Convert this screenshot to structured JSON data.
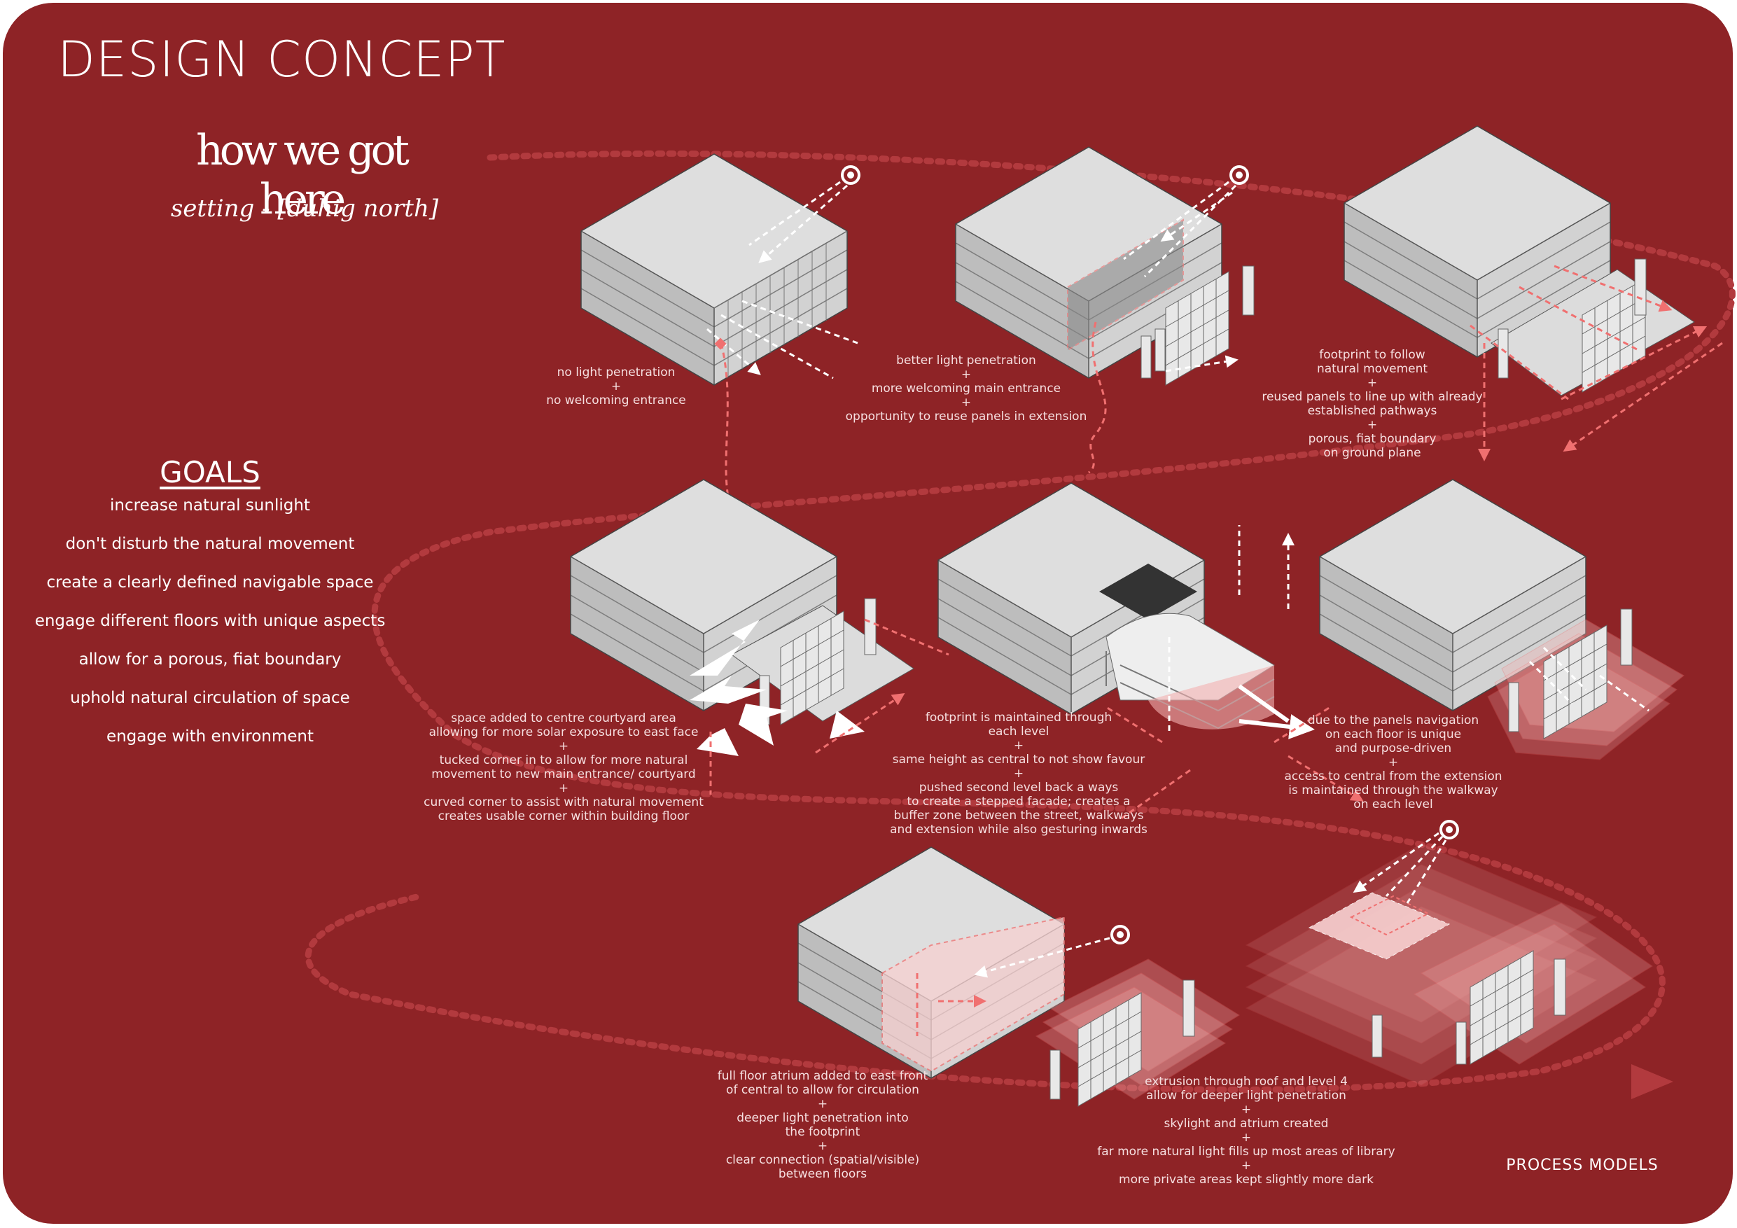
{
  "title": "DESIGN CONCEPT",
  "subtitle": "how we got here",
  "setting": "setting - [duhig north]",
  "goals": {
    "title": "GOALS",
    "items": [
      "increase natural sunlight",
      "don't disturb the natural movement",
      "create a clearly defined navigable space",
      "engage different floors with unique aspects",
      "allow for a porous, fiat boundary",
      "uphold natural circulation of space",
      "engage with environment"
    ]
  },
  "captions": [
    "no light penetration\n+\nno welcoming entrance",
    "better light penetration\n+\nmore welcoming main entrance\n+\nopportunity to reuse panels in extension",
    "footprint to follow\nnatural movement\n+\nreused panels to line up with already\nestablished pathways\n+\nporous, fiat boundary\non ground plane",
    "space added to centre courtyard area\nallowing for more solar exposure to east face\n+\ntucked corner in to allow for more natural\nmovement to new main entrance/ courtyard\n+\ncurved corner to assist with natural movement\ncreates usable corner within building floor",
    "footprint is maintained through\neach level\n+\nsame height as central to not show favour\n+\npushed second level back a ways\nto create a stepped facade; creates a\nbuffer zone between the street, walkways\nand extension while also gesturing inwards",
    "due to the panels navigation\non each floor is unique\nand purpose-driven\n+\naccess to central from the extension\nis maintained through the walkway\non each level",
    "full floor atrium added to east front\nof central to allow for circulation\n+\ndeeper light penetration into\nthe footprint\n+\nclear connection (spatial/visible)\nbetween floors",
    "extrusion through roof and level 4\nallow for deeper light penetration\n+\nskylight and atrium created\n+\nfar more natural light fills up most areas of library\n+\nmore private areas kept slightly more dark"
  ],
  "process_label": "PROCESS MODELS",
  "colors": {
    "background": "#8e2326",
    "text": "#ffffff",
    "caption": "#f6dfe0",
    "accent": "#f07070",
    "block_top": "#dcdcdc",
    "block_side": "#c4c4c4"
  }
}
